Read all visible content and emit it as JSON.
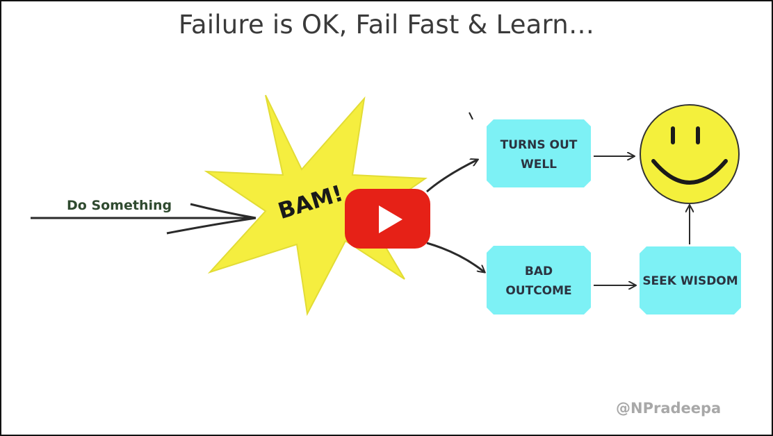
{
  "slide": {
    "title": "Failure is OK, Fail Fast & Learn…",
    "watermark": "@NPradeepa"
  },
  "diagram": {
    "input_label": "Do Something",
    "burst_label": "BAM!",
    "good_box": [
      "TURNS OUT",
      "WELL"
    ],
    "bad_box": [
      "BAD",
      "OUTCOME"
    ],
    "wisdom_box": "SEEK WISDOM",
    "colors": {
      "burst": "#f5ee3f",
      "box": "#7df1f5",
      "smiley": "#f4f03c",
      "arrow": "#2a2a2a"
    }
  },
  "player": {
    "play_icon": "youtube-play-icon",
    "color": "#e62117"
  }
}
